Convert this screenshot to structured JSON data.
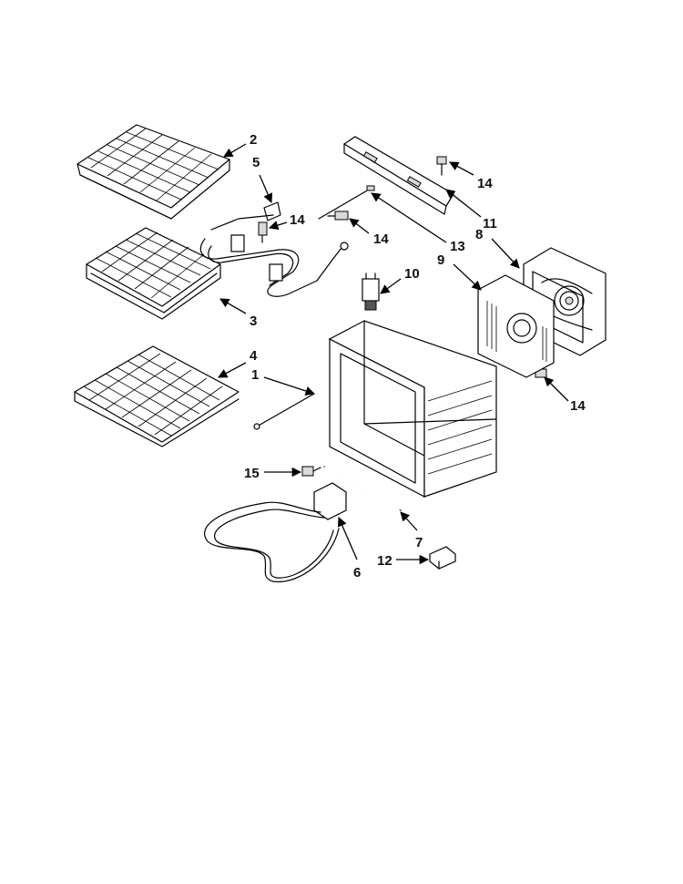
{
  "diagram": {
    "callouts": [
      {
        "id": "c2",
        "label": "2"
      },
      {
        "id": "c5",
        "label": "5"
      },
      {
        "id": "c14a",
        "label": "14"
      },
      {
        "id": "c14b",
        "label": "14"
      },
      {
        "id": "c14c",
        "label": "14"
      },
      {
        "id": "c14d",
        "label": "14"
      },
      {
        "id": "c3",
        "label": "3"
      },
      {
        "id": "c13",
        "label": "13"
      },
      {
        "id": "c11",
        "label": "11"
      },
      {
        "id": "c8",
        "label": "8"
      },
      {
        "id": "c9",
        "label": "9"
      },
      {
        "id": "c10",
        "label": "10"
      },
      {
        "id": "c4",
        "label": "4"
      },
      {
        "id": "c1",
        "label": "1"
      },
      {
        "id": "c15",
        "label": "15"
      },
      {
        "id": "c7",
        "label": "7"
      },
      {
        "id": "c12",
        "label": "12"
      },
      {
        "id": "c6",
        "label": "6"
      }
    ]
  }
}
